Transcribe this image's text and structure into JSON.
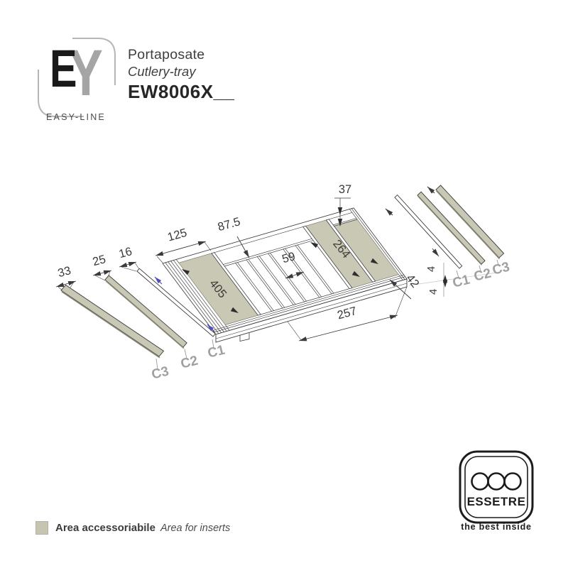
{
  "header": {
    "logo": {
      "letter_e": "E",
      "letter_y": "Y",
      "sub": "EASY-LINE"
    },
    "product_name_it": "Portaposate",
    "product_name_en": "Cutlery-tray",
    "model_code": "EW8006X__"
  },
  "drawing": {
    "dims": {
      "d125": "125",
      "d87": "87.5",
      "d37": "37",
      "d264": "264",
      "d59": "59",
      "d405": "405",
      "d257": "257",
      "d42": "42",
      "d4a": "4",
      "d4b": "4",
      "d33": "33",
      "d25": "25",
      "d16": "16"
    },
    "labels": {
      "c1": "C1",
      "c2": "C2",
      "c3": "C3"
    },
    "colors": {
      "insert_area": "#c9c8b4",
      "outline": "#3b3b3b",
      "gray_label": "#a0a0a0",
      "blue_arrow": "#4e4ebe"
    }
  },
  "legend": {
    "swatch_color": "#c6c5b2",
    "text_it": "Area accessoriabile",
    "text_en": "Area for inserts"
  },
  "essetre": {
    "name": "ESSETRE",
    "tagline": "the best inside"
  }
}
